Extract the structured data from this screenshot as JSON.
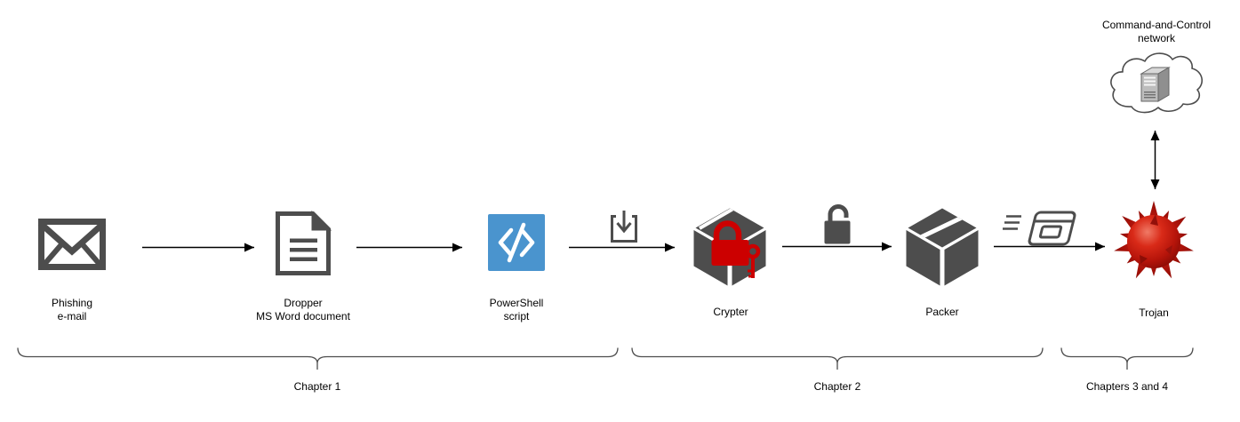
{
  "nodes": {
    "phishing": {
      "label": "Phishing\ne-mail"
    },
    "dropper": {
      "label": "Dropper\nMS Word document"
    },
    "powershell": {
      "label": "PowerShell\nscript"
    },
    "crypter": {
      "label": "Crypter"
    },
    "packer": {
      "label": "Packer"
    },
    "trojan": {
      "label": "Trojan"
    },
    "c2": {
      "label": "Command-and-Control\nnetwork"
    }
  },
  "chapters": {
    "chapter1": {
      "label": "Chapter 1"
    },
    "chapter2": {
      "label": "Chapter 2"
    },
    "chapter34": {
      "label": "Chapters 3 and 4"
    }
  },
  "icons": {
    "envelope-icon": "closed envelope (phishing e-mail)",
    "document-icon": "page with folded corner and text lines (MS Word dropper)",
    "code-icon": "blue square with </> glyph (PowerShell script)",
    "download-icon": "arrow dropping into open box (download)",
    "crypter-box-icon": "dark 3D box with red padlock and key",
    "open-padlock-icon": "unlocked gray padlock",
    "packer-box-icon": "dark 3D closed box with white strap",
    "running-window-icon": "slanted window with speed lines (execution)",
    "trojan-virus-icon": "red spiked ball (trojan malware)",
    "cloud-icon": "cloud outline",
    "server-icon": "gray 3D server tower"
  },
  "colors": {
    "icon_gray": "#4D4D4D",
    "powershell_blue": "#4A94CE",
    "lock_red": "#CC0000",
    "trojan_red": "#C0140A",
    "arrow_black": "#000000",
    "background": "#FFFFFF"
  }
}
